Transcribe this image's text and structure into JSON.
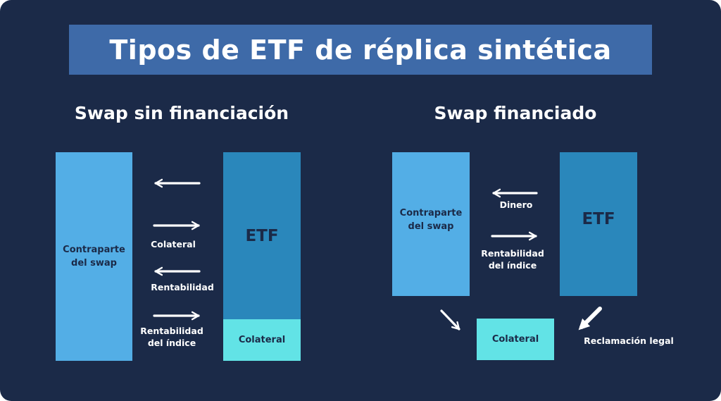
{
  "title": "Tipos de ETF de réplica sintética",
  "left": {
    "heading": "Swap sin financiación",
    "counterparty_line1": "Contraparte",
    "counterparty_line2": "del swap",
    "etf": "ETF",
    "collateral_box": "Colateral",
    "arrow_labels": {
      "collateral": "Colateral",
      "return": "Rentabilidad",
      "index_return_line1": "Rentabilidad",
      "index_return_line2": "del índice"
    }
  },
  "right": {
    "heading": "Swap financiado",
    "counterparty_line1": "Contraparte",
    "counterparty_line2": "del swap",
    "etf": "ETF",
    "collateral_box": "Colateral",
    "arrow_labels": {
      "money": "Dinero",
      "index_return_line1": "Rentabilidad",
      "index_return_line2": "del índice",
      "legal_claim": "Reclamación legal"
    }
  },
  "colors": {
    "background": "#1b2a48",
    "title_bar": "#3e6aa8",
    "counterparty_box": "#53aee6",
    "etf_box": "#2a87bb",
    "collateral_box": "#62e3e6",
    "arrow": "#ffffff"
  }
}
